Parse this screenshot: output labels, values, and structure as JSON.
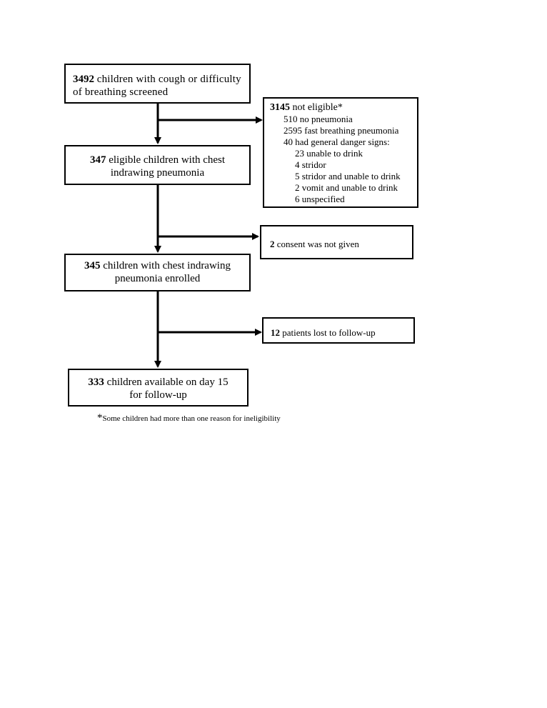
{
  "boxes": {
    "screened": {
      "count": "3492",
      "text": "children with cough or difficulty of breathing screened"
    },
    "not_eligible": {
      "count": "3145",
      "text": "not eligible*",
      "lines": [
        "510 no pneumonia",
        "2595 fast breathing pneumonia",
        "40 had general danger signs:"
      ],
      "danger_signs": [
        "23 unable to drink",
        "4 stridor",
        "5 stridor and unable to drink",
        "2 vomit and unable to drink",
        "6 unspecified"
      ]
    },
    "eligible": {
      "count": "347",
      "text": "eligible children with chest indrawing pneumonia"
    },
    "no_consent": {
      "count": "2",
      "text": "consent was not given"
    },
    "enrolled": {
      "count": "345",
      "text": "children with chest indrawing pneumonia enrolled"
    },
    "lost": {
      "count": "12",
      "text": "patients lost to follow-up"
    },
    "available": {
      "count": "333",
      "text": "children available on day 15 for follow-up"
    }
  },
  "footnote": {
    "star": "*",
    "text": "Some children had more than one reason for ineligibility"
  }
}
